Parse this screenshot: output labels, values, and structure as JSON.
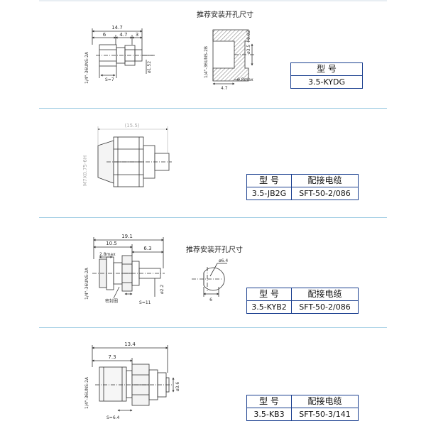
{
  "common": {
    "model_header": "型 号",
    "cable_header": "配接电缆",
    "mounting_heading": "推荐安装开孔尺寸"
  },
  "sections": [
    {
      "model": "3.5-KYDG",
      "dims": {
        "overall": "14.7",
        "d1": "6",
        "d2": "4.7",
        "d3": "3",
        "thread": "1/4\"-36UNS-2A",
        "hex": "S=7",
        "pin": "ø1.52"
      },
      "hole": {
        "thread": "1/4\"-36UNS-2B",
        "bore": "ø3.5 +0.02",
        "depth": "4.7",
        "chamfer": "0.8max"
      }
    },
    {
      "model": "3.5-JB2G",
      "cable": "SFT-50-2/086",
      "dims": {
        "overall": "(15.5)",
        "thread": "M7X0.75-6H"
      }
    },
    {
      "model": "3.5-KYB2",
      "cable": "SFT-50-2/086",
      "dims": {
        "overall": "19.1",
        "d1": "10.5",
        "d2": "6.3",
        "d3": "2.8max",
        "thread": "1/4\"-36UNS-2A",
        "seal": "密封圈",
        "hex": "S=11",
        "dia": "ø2.2"
      },
      "hole": {
        "dia": "ø6.4",
        "flat": "6"
      }
    },
    {
      "model": "3.5-KB3",
      "cable": "SFT-50-3/141",
      "dims": {
        "overall": "13.4",
        "d1": "7.3",
        "thread": "1/4\"-36UNS-2A",
        "hex": "S=6.4",
        "dia": "ø3.6"
      }
    }
  ]
}
